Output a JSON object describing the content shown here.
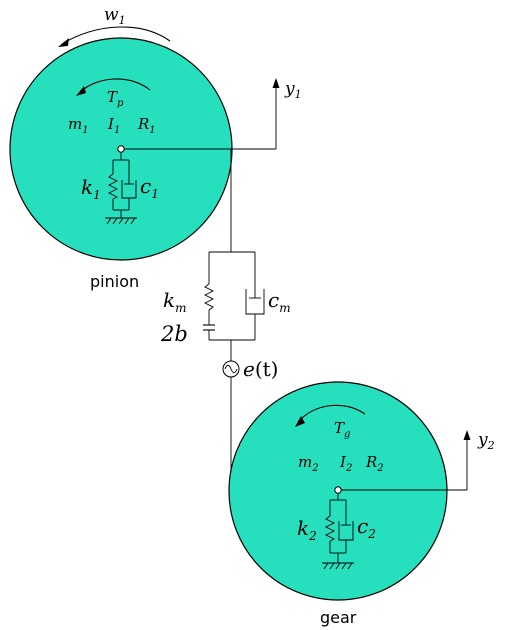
{
  "colors": {
    "wheel_fill": "#26e0bd",
    "line": "#000000",
    "background": "#ffffff"
  },
  "pinion": {
    "caption": "pinion",
    "speed_main": "w",
    "speed_sub": "1",
    "torque_main": "T",
    "torque_sub": "p",
    "mass_main": "m",
    "mass_sub": "1",
    "inertia_main": "I",
    "inertia_sub": "1",
    "radius_main": "R",
    "radius_sub": "1",
    "stiffness_main": "k",
    "stiffness_sub": "1",
    "damping_main": "c",
    "damping_sub": "1",
    "displacement_main": "y",
    "displacement_sub": "1"
  },
  "gear": {
    "caption": "gear",
    "torque_main": "T",
    "torque_sub": "g",
    "mass_main": "m",
    "mass_sub": "2",
    "inertia_main": "I",
    "inertia_sub": "2",
    "radius_main": "R",
    "radius_sub": "2",
    "stiffness_main": "k",
    "stiffness_sub": "2",
    "damping_main": "c",
    "damping_sub": "2",
    "displacement_main": "y",
    "displacement_sub": "2"
  },
  "mesh": {
    "stiffness_main": "k",
    "stiffness_sub": "m",
    "damping_main": "c",
    "damping_sub": "m",
    "backlash": "2b",
    "error_main": "e",
    "error_arg": "(t)"
  }
}
